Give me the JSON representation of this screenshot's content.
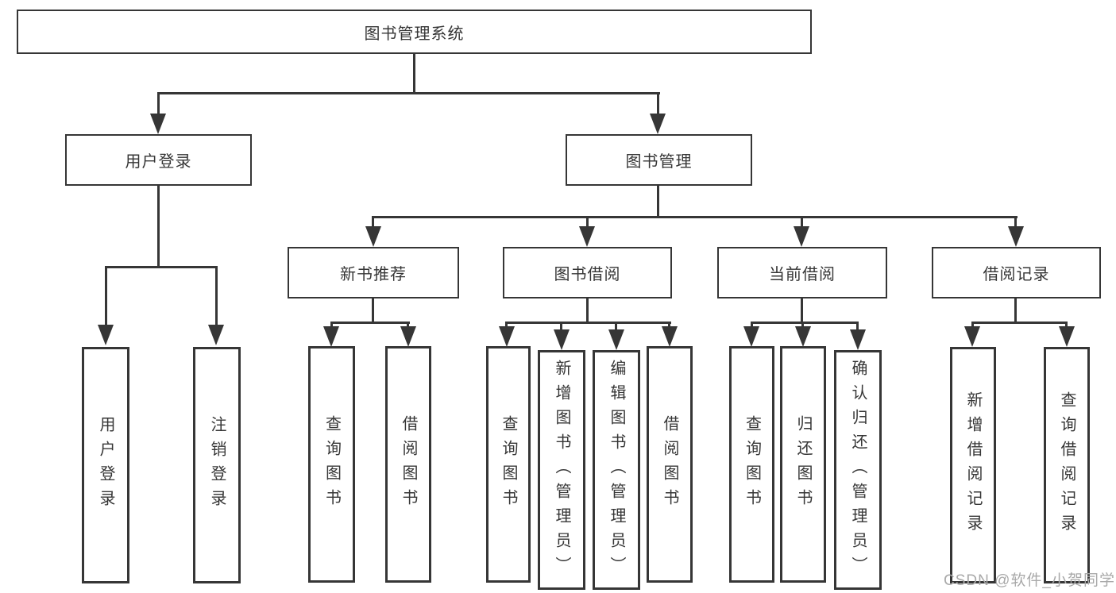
{
  "tree": {
    "root": "图书管理系统",
    "branches": [
      {
        "label": "用户登录",
        "children": [
          "用户登录",
          "注销登录"
        ]
      },
      {
        "label": "图书管理",
        "sub": [
          {
            "label": "新书推荐",
            "children": [
              "查询图书",
              "借阅图书"
            ]
          },
          {
            "label": "图书借阅",
            "children": [
              "查询图书",
              "新增图书（管理员）",
              "编辑图书（管理员）",
              "借阅图书"
            ]
          },
          {
            "label": "当前借阅",
            "children": [
              "查询图书",
              "归还图书",
              "确认归还（管理员）"
            ]
          },
          {
            "label": "借阅记录",
            "children": [
              "新增借阅记录",
              "查询借阅记录"
            ]
          }
        ]
      }
    ]
  },
  "watermark": "CSDN @软件_小贺同学",
  "colors": {
    "line": "#363636",
    "text": "#363636",
    "watermark": "#a9a9a9",
    "background": "#ffffff"
  }
}
